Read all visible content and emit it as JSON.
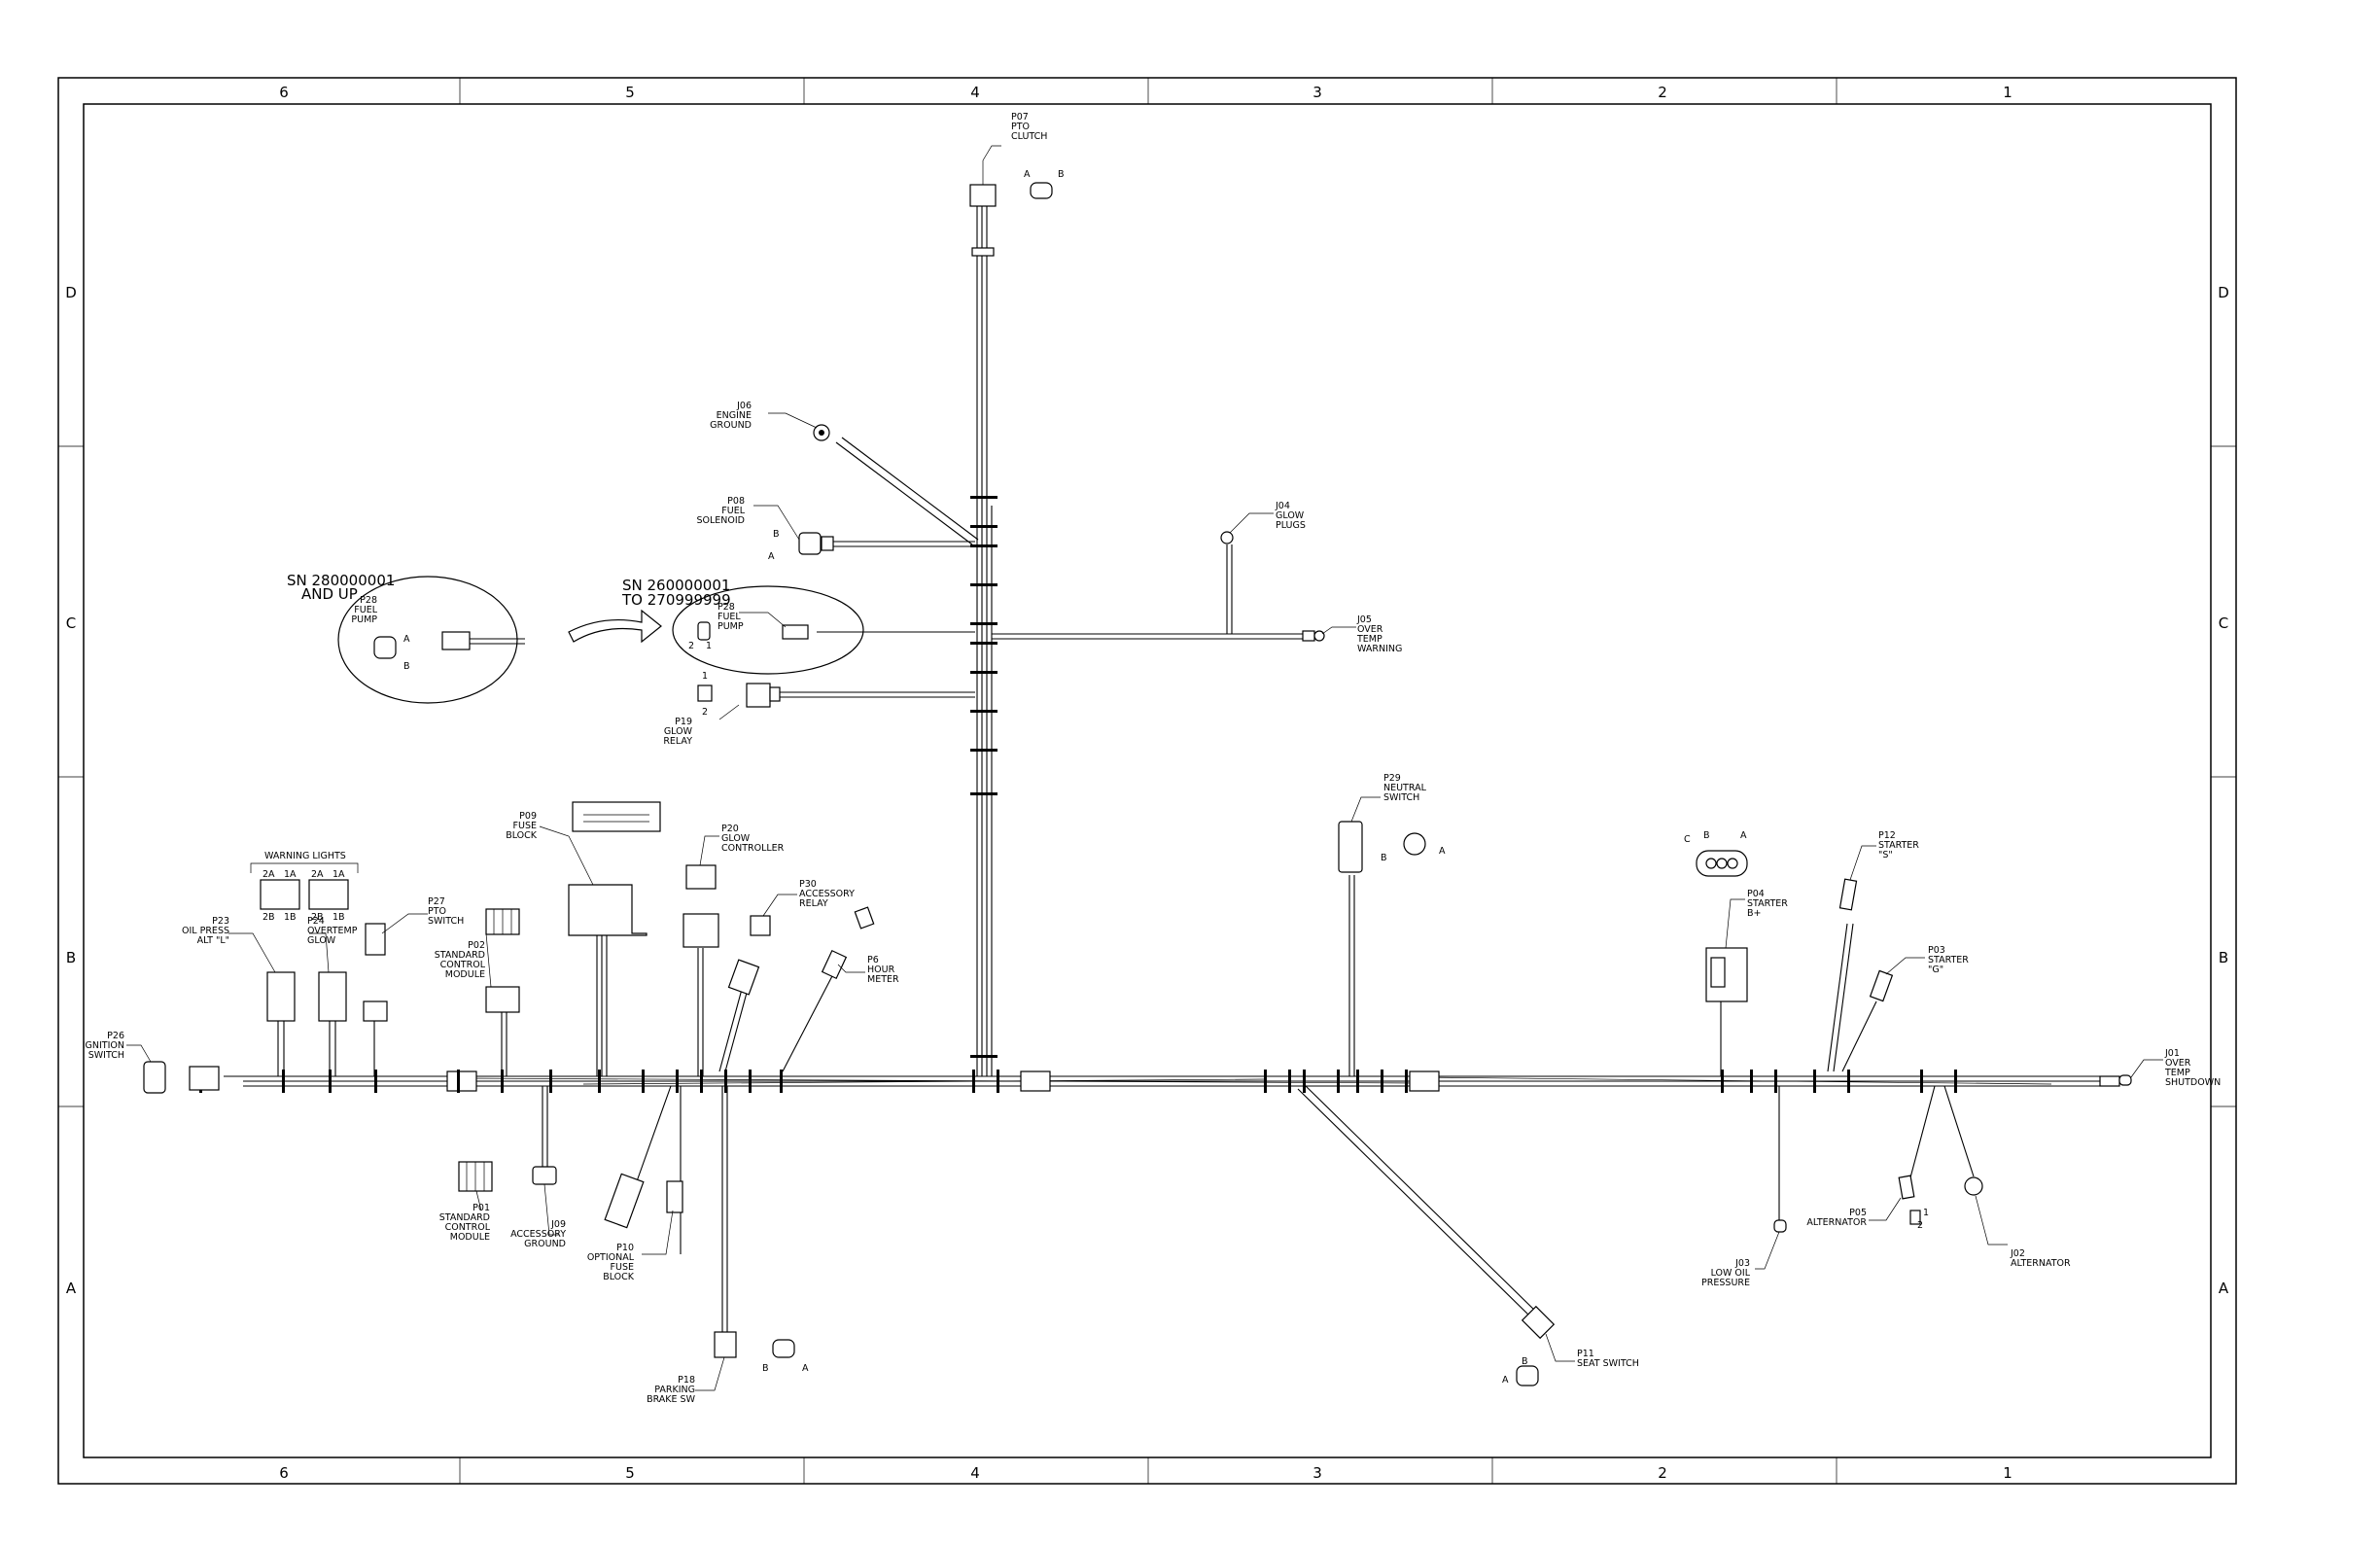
{
  "grid": {
    "columns": [
      "6",
      "5",
      "4",
      "3",
      "2",
      "1"
    ],
    "rows": [
      "D",
      "C",
      "B",
      "A"
    ]
  },
  "components": {
    "p07": [
      "P07",
      "PTO",
      "CLUTCH"
    ],
    "j06": [
      "J06",
      "ENGINE",
      "GROUND"
    ],
    "p08": [
      "P08",
      "FUEL",
      "SOLENOID"
    ],
    "j04": [
      "J04",
      "GLOW",
      "PLUGS"
    ],
    "j05": [
      "J05",
      "OVER",
      "TEMP",
      "WARNING"
    ],
    "p28_new": [
      "P28",
      "FUEL",
      "PUMP"
    ],
    "p28_old": [
      "P28",
      "FUEL",
      "PUMP"
    ],
    "p19": [
      "P19",
      "GLOW",
      "RELAY"
    ],
    "p29": [
      "P29",
      "NEUTRAL",
      "SWITCH"
    ],
    "p04": [
      "P04",
      "STARTER",
      "B+"
    ],
    "p12": [
      "P12",
      "STARTER",
      "\"S\""
    ],
    "p03": [
      "P03",
      "STARTER",
      "\"G\""
    ],
    "j01": [
      "J01",
      "OVER",
      "TEMP",
      "SHUTDOWN"
    ],
    "p05": [
      "P05",
      "ALTERNATOR"
    ],
    "j02": [
      "J02",
      "ALTERNATOR"
    ],
    "j03": [
      "J03",
      "LOW OIL",
      "PRESSURE"
    ],
    "p11": [
      "P11",
      "SEAT SWITCH"
    ],
    "p18": [
      "P18",
      "PARKING",
      "BRAKE SW"
    ],
    "p10": [
      "P10",
      "OPTIONAL",
      "FUSE",
      "BLOCK"
    ],
    "j09": [
      "J09",
      "ACCESSORY",
      "GROUND"
    ],
    "p01": [
      "P01",
      "STANDARD",
      "CONTROL",
      "MODULE"
    ],
    "p02": [
      "P02",
      "STANDARD",
      "CONTROL",
      "MODULE"
    ],
    "p09": [
      "P09",
      "FUSE",
      "BLOCK"
    ],
    "p20": [
      "P20",
      "GLOW",
      "CONTROLLER"
    ],
    "p30": [
      "P30",
      "ACCESSORY",
      "RELAY"
    ],
    "p6": [
      "P6",
      "HOUR",
      "METER"
    ],
    "p27": [
      "P27",
      "PTO",
      "SWITCH"
    ],
    "p23": [
      "P23",
      "OIL PRESS",
      "ALT \"L\""
    ],
    "p24": [
      "P24",
      "OVERTEMP",
      "GLOW"
    ],
    "p26": [
      "P26",
      "IGNITION",
      "SWITCH"
    ]
  },
  "notes": {
    "sn_new": [
      "SN 280000001",
      "AND UP"
    ],
    "sn_old": [
      "SN 260000001",
      "TO 270999999"
    ],
    "warning_lights": "WARNING LIGHTS"
  },
  "pins": {
    "a": "A",
    "b": "B",
    "c": "C",
    "n1": "1",
    "n2": "2",
    "wl_top": [
      "2A",
      "1A",
      "2A",
      "1A"
    ],
    "wl_bot": [
      "2B",
      "1B",
      "2B",
      "1B"
    ]
  }
}
